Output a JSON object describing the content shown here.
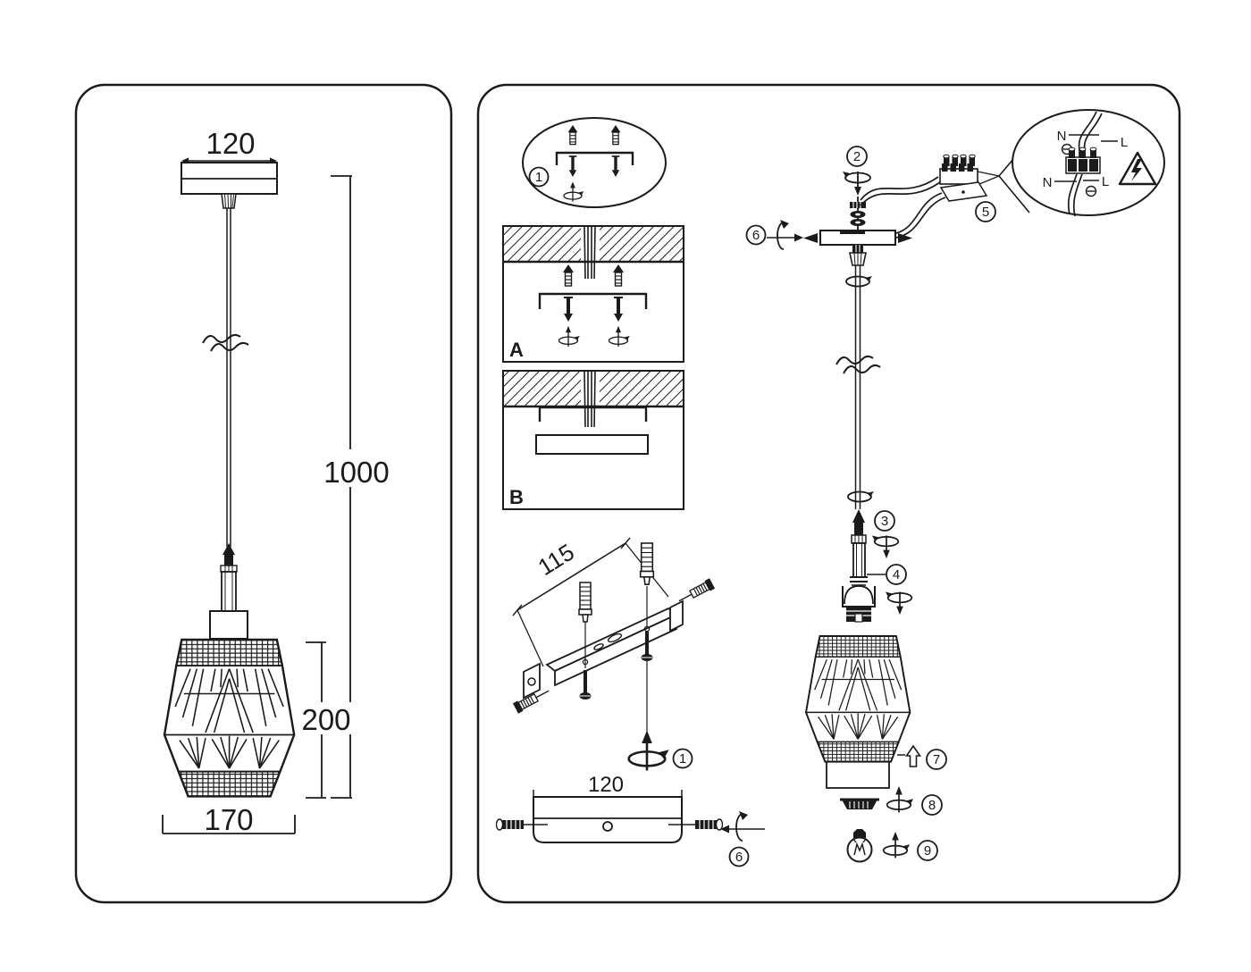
{
  "document": {
    "type": "installation-instructions",
    "subject": "crystal pendant lamp assembly diagram"
  },
  "colors": {
    "line": "#1b1b1b",
    "background": "#ffffff"
  },
  "left_panel": {
    "dim_canopy_width": "120",
    "dim_suspension_length": "1000",
    "dim_shade_height": "200",
    "dim_shade_diameter": "170"
  },
  "right_panel": {
    "detail_a": "A",
    "detail_b": "B",
    "dim_bracket_holes": "115",
    "dim_canopy_width": "120",
    "steps": {
      "s1": "1",
      "s2": "2",
      "s3": "3",
      "s4": "4",
      "s5": "5",
      "s6": "6",
      "s7": "7",
      "s8": "8",
      "s9": "9"
    },
    "wiring": {
      "neutral_top": "N",
      "live_top": "L",
      "neutral_bottom": "N",
      "live_bottom": "L"
    }
  }
}
